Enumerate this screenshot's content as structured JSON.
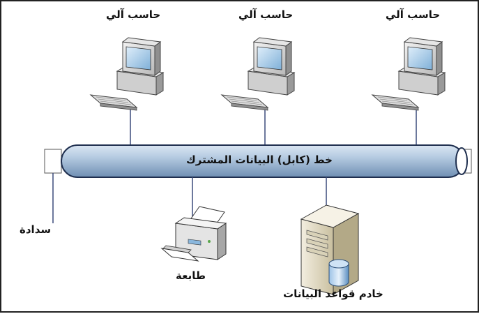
{
  "computers": [
    {
      "label": "حاسب آلي"
    },
    {
      "label": "حاسب آلي"
    },
    {
      "label": "حاسب آلي"
    }
  ],
  "bus": {
    "label": "خط (كابل) البيانات المشترك"
  },
  "terminator": {
    "label": "سدادة"
  },
  "printer": {
    "label": "طابعة"
  },
  "server": {
    "label": "خادم قواعد البيانات"
  }
}
